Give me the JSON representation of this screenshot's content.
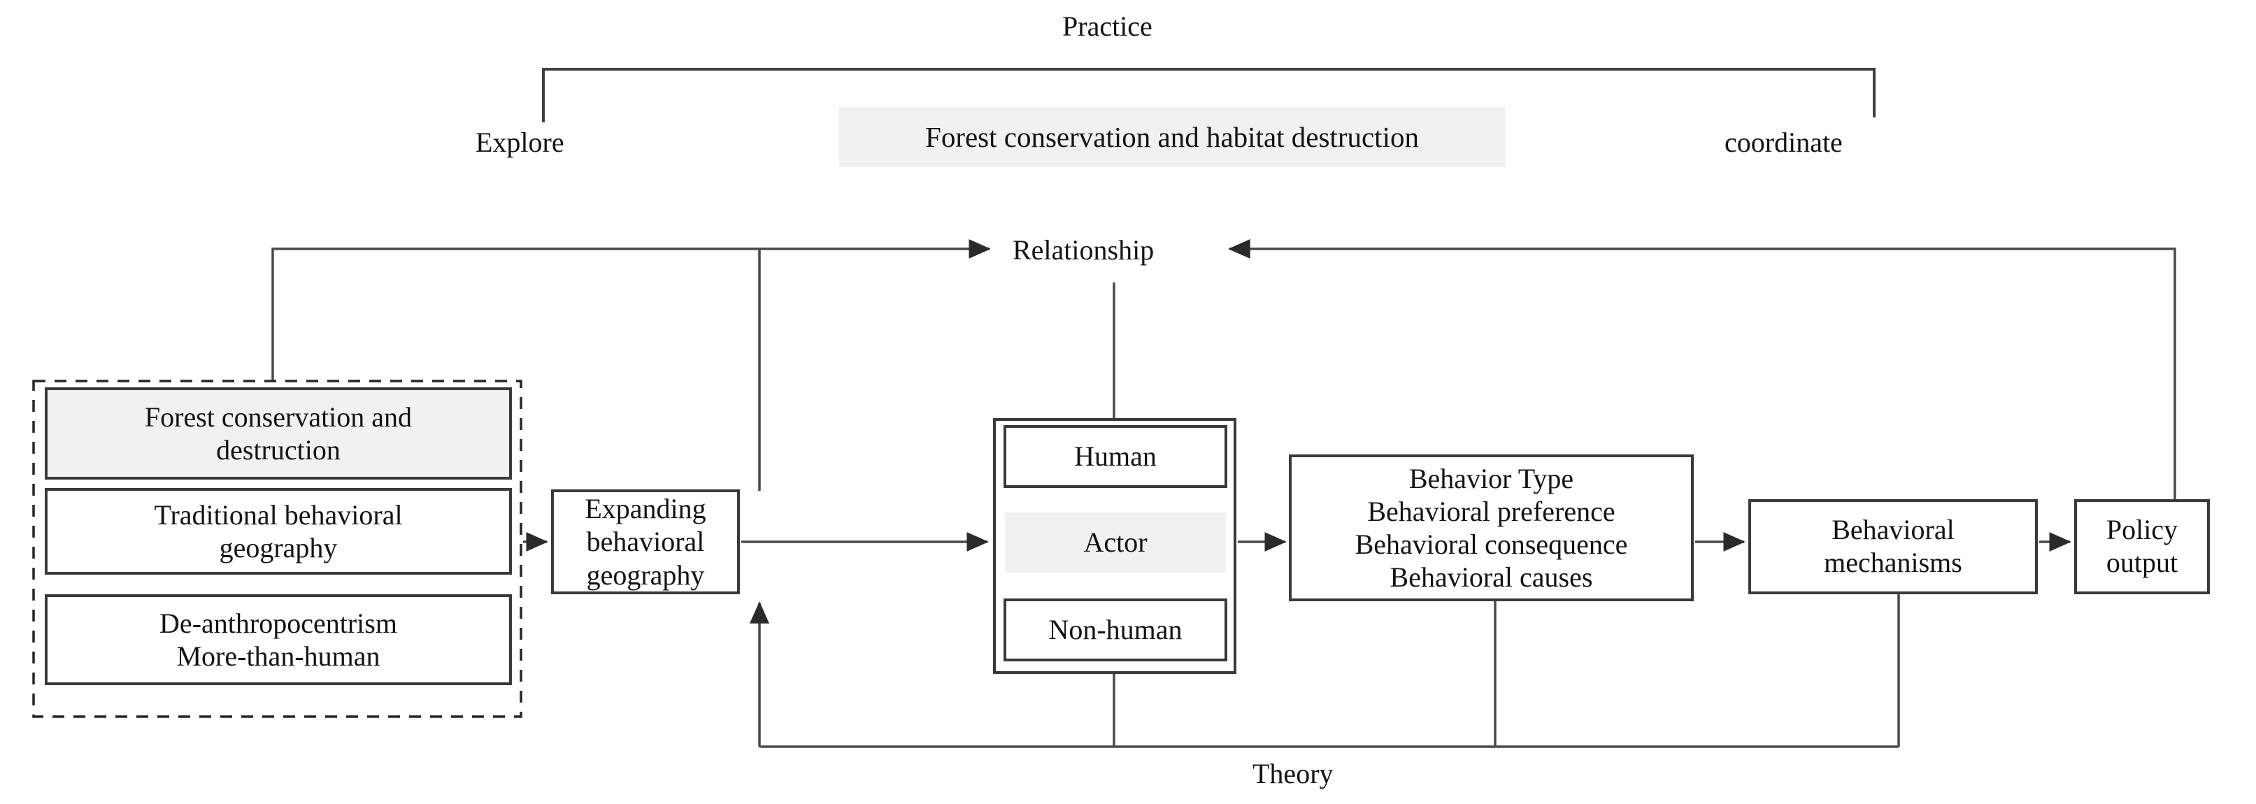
{
  "diagram": {
    "title_label": "Practice",
    "bottom_label": "Theory",
    "middle_label": "Relationship",
    "left_bracket_label": "Explore",
    "right_bracket_label": "coordinate",
    "banner": {
      "text": "Forest conservation and habitat destruction",
      "fill": "#f1f1f1"
    },
    "source_group": {
      "items": [
        {
          "text": "Forest conservation and\ndestruction",
          "shaded": true
        },
        {
          "text": "Traditional behavioral\ngeography",
          "shaded": false
        },
        {
          "text": "De-anthropocentrism\nMore-than-human",
          "shaded": false
        }
      ]
    },
    "nodes": {
      "expanding": "Expanding behavioral\ngeography",
      "actor_group": {
        "human": "Human",
        "actor": "Actor",
        "non_human": "Non-human"
      },
      "behavior_type": "Behavior Type\nBehavioral preference\nBehavioral consequence\nBehavioral causes",
      "behavioral_mechanisms": "Behavioral\nmechanisms",
      "policy_output": "Policy\noutput"
    },
    "colors": {
      "line": "#3f3f3f",
      "box_stroke": "#3a3a3a",
      "shade": "#f1f1f1",
      "text": "#141414",
      "background": "#ffffff"
    }
  }
}
